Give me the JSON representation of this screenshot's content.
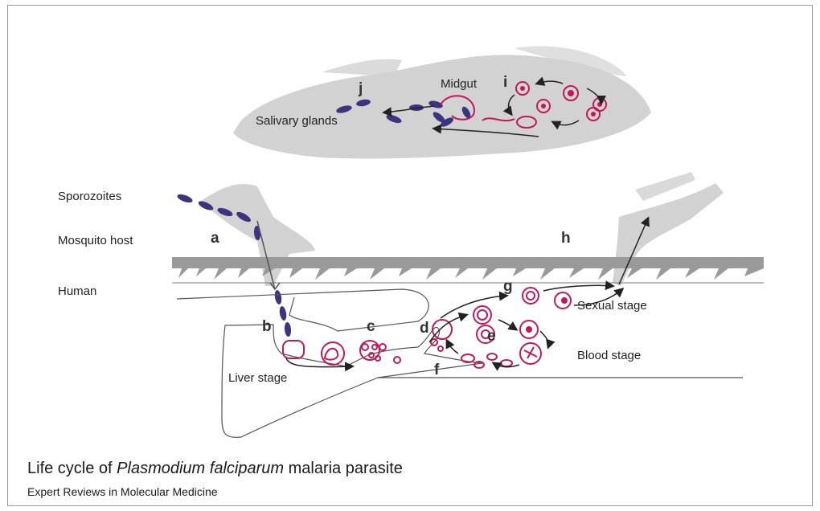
{
  "labels": {
    "salivary_glands": "Salivary glands",
    "midgut": "Midgut",
    "sporozoites": "Sporozoites",
    "mosquito_host": "Mosquito host",
    "human": "Human",
    "liver_stage": "Liver stage",
    "sexual_stage": "Sexual stage",
    "blood_stage": "Blood stage"
  },
  "letters": {
    "a": "a",
    "b": "b",
    "c": "c",
    "d": "d",
    "e": "e",
    "f": "f",
    "g": "g",
    "h": "h",
    "i": "i",
    "j": "j"
  },
  "caption": {
    "prefix": "Life cycle of ",
    "species": "Plasmodium falciparum",
    "suffix": " malaria parasite",
    "source": "Expert Reviews in Molecular Medicine"
  },
  "colors": {
    "sporozoite": "#3d3480",
    "parasite": "#c2185b",
    "mosquito_shadow": "#d2d2d2",
    "skin": "#9a9a9a"
  }
}
